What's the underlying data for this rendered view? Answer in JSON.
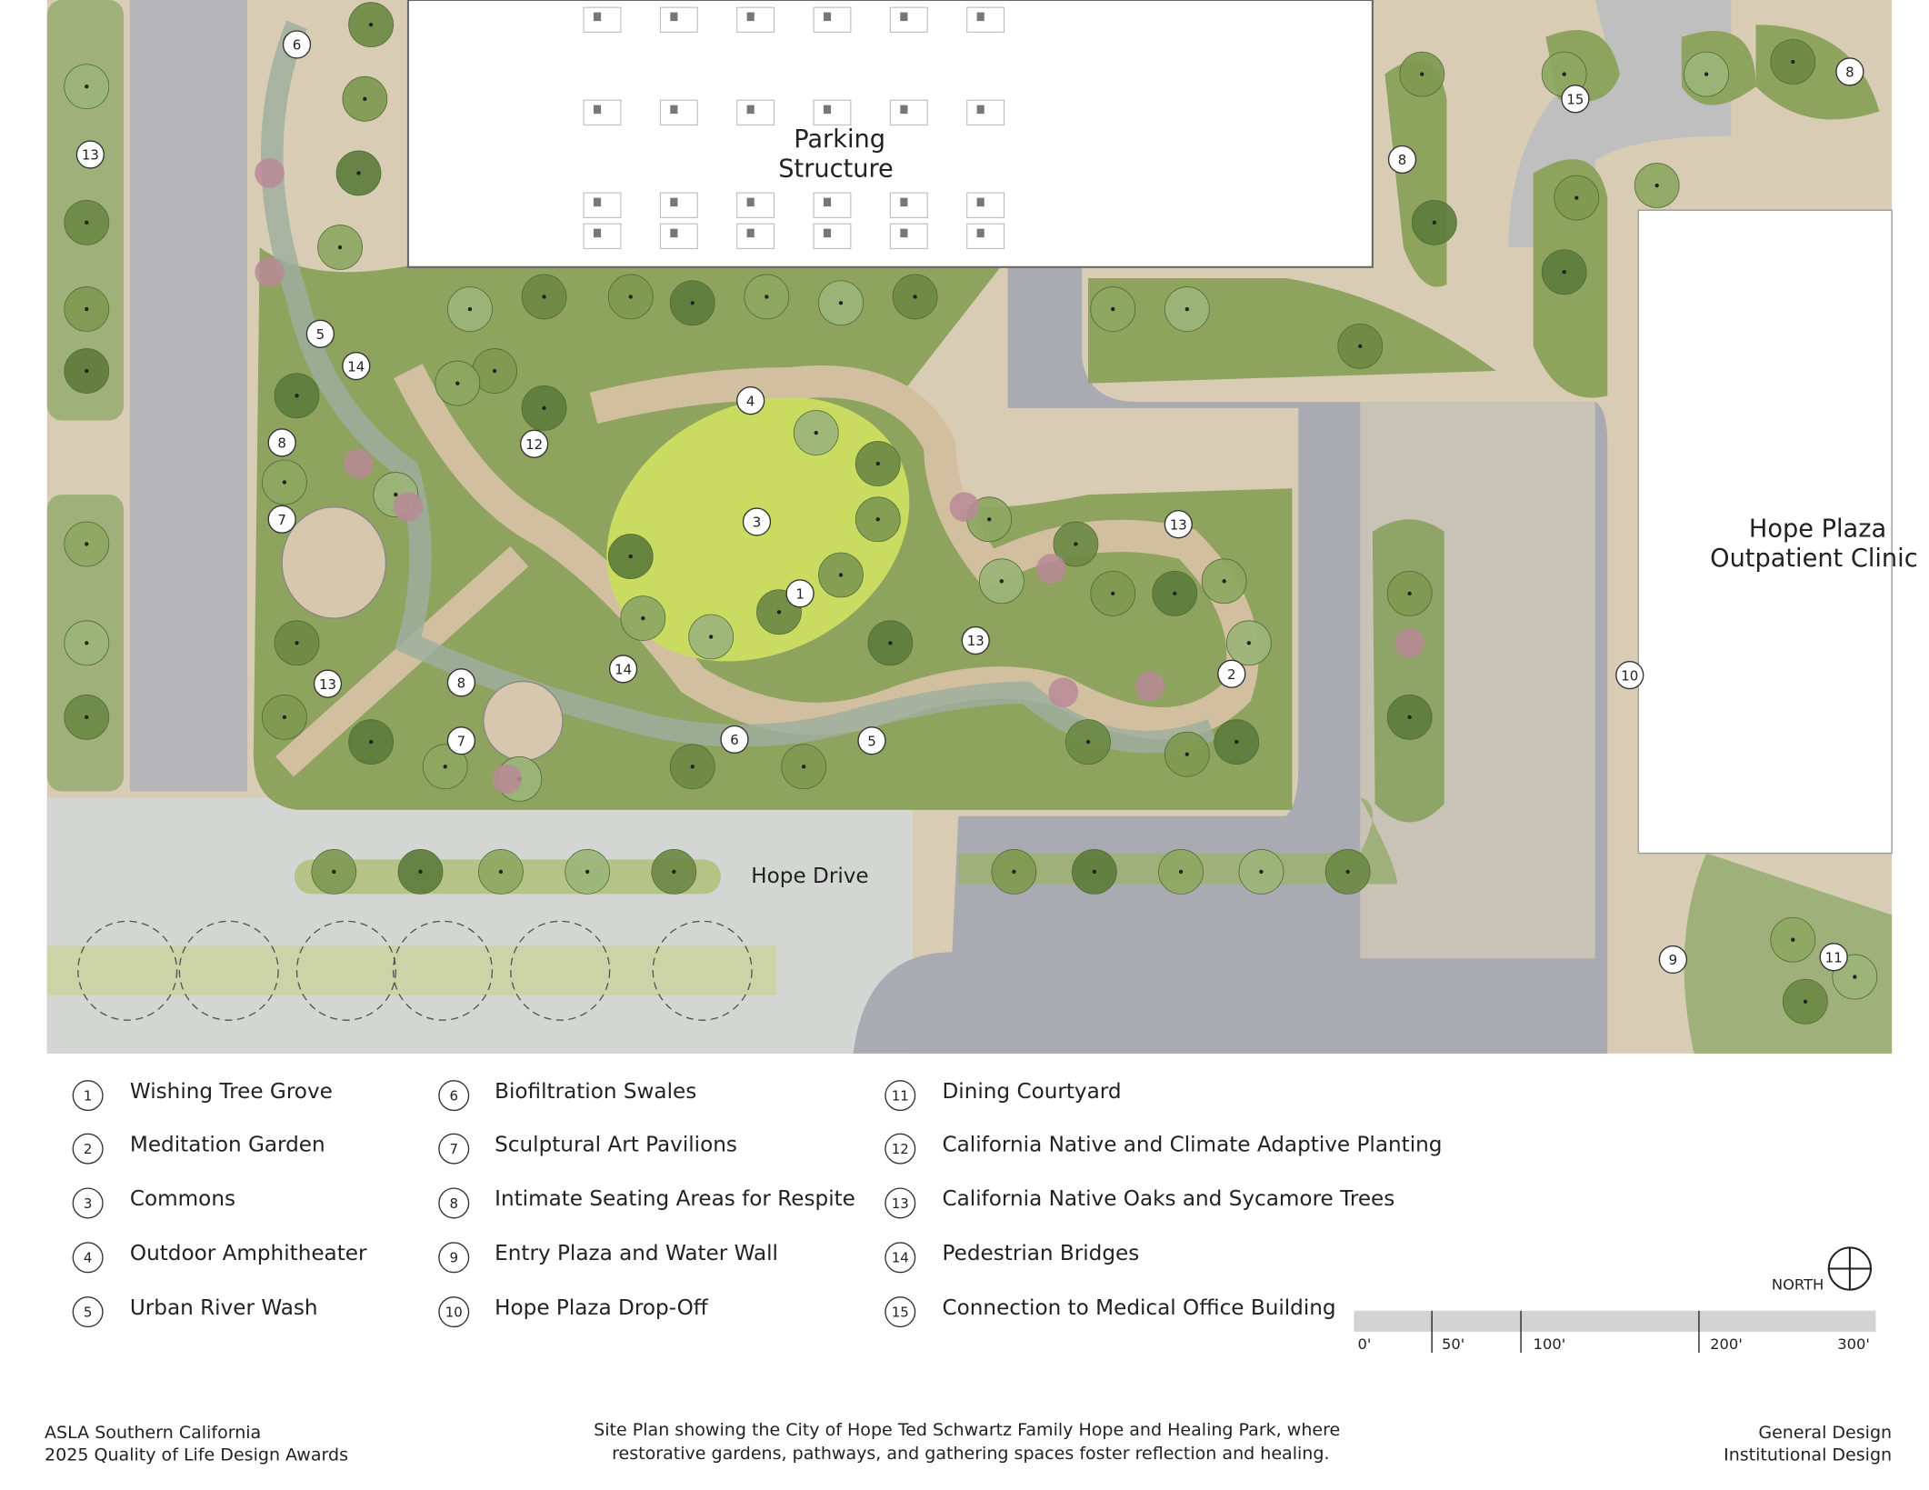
{
  "plan": {
    "labels": {
      "parking_line1": "Parking",
      "parking_line2": "Structure",
      "clinic_line1": "Hope Plaza",
      "clinic_line2": "Outpatient Clinic",
      "street": "Hope Drive"
    },
    "markers": [
      "6",
      "13",
      "5",
      "14",
      "8",
      "12",
      "4",
      "3",
      "1",
      "7",
      "13",
      "13",
      "14",
      "2",
      "8",
      "13",
      "7",
      "6",
      "5",
      "10",
      "9",
      "11",
      "15",
      "8",
      "8"
    ]
  },
  "legend": [
    {
      "num": "1",
      "label": "Wishing Tree Grove"
    },
    {
      "num": "2",
      "label": "Meditation Garden"
    },
    {
      "num": "3",
      "label": "Commons"
    },
    {
      "num": "4",
      "label": "Outdoor Amphitheater"
    },
    {
      "num": "5",
      "label": "Urban River Wash"
    },
    {
      "num": "6",
      "label": "Biofiltration Swales"
    },
    {
      "num": "7",
      "label": "Sculptural Art Pavilions"
    },
    {
      "num": "8",
      "label": "Intimate Seating Areas for Respite"
    },
    {
      "num": "9",
      "label": "Entry Plaza and Water Wall"
    },
    {
      "num": "10",
      "label": "Hope Plaza Drop-Off"
    },
    {
      "num": "11",
      "label": "Dining Courtyard"
    },
    {
      "num": "12",
      "label": "California Native and Climate Adaptive Planting"
    },
    {
      "num": "13",
      "label": "California Native Oaks and Sycamore Trees"
    },
    {
      "num": "14",
      "label": "Pedestrian Bridges"
    },
    {
      "num": "15",
      "label": "Connection to Medical Office Building"
    }
  ],
  "north": "NORTH",
  "scale_bar": [
    "0'",
    "50'",
    "100'",
    "200'",
    "300'"
  ],
  "footer": {
    "left_line1": "ASLA Southern California",
    "left_line2": "2025 Quality of Life Design Awards",
    "center_line1": "Site Plan showing the City of Hope Ted Schwartz Family Hope and Healing Park, where",
    "center_line2": "restorative gardens, pathways, and gathering spaces foster reflection and healing.",
    "right_line1": "General Design",
    "right_line2": "Institutional Design"
  }
}
